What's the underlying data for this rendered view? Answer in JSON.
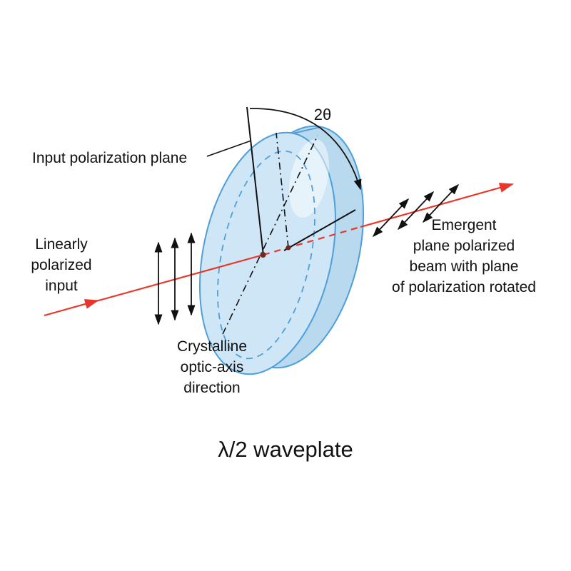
{
  "title": "λ/2 waveplate",
  "labels": {
    "input_plane": "Input polarization plane",
    "angle": "2θ",
    "left": {
      "lines": [
        "Linearly",
        "polarized",
        "input"
      ]
    },
    "right": {
      "lines": [
        "Emergent",
        "plane polarized",
        "beam with plane",
        "of polarization rotated"
      ]
    },
    "optic_axis": {
      "lines": [
        "Crystalline",
        "optic-axis",
        "direction"
      ]
    }
  },
  "colors": {
    "beam": "#e8362a",
    "plate_fill": "#cfe6f7",
    "plate_fill_back": "#b9d9ef",
    "plate_stroke": "#4f9fd9",
    "ink": "#111111",
    "dot": "#6e2a1c"
  }
}
